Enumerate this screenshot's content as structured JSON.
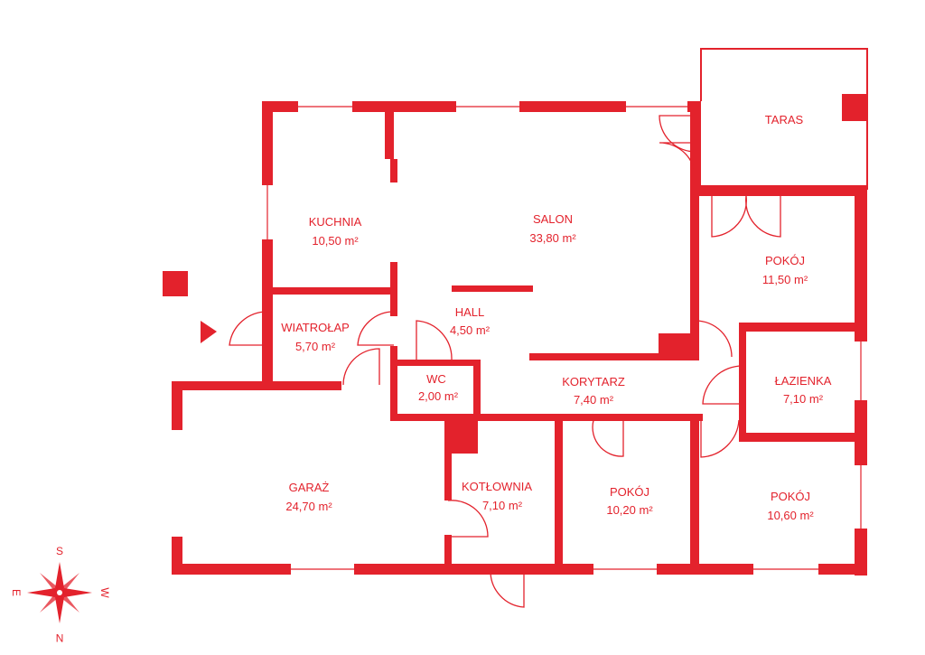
{
  "colors": {
    "wall": "#e3222c"
  },
  "rooms": [
    {
      "id": "kuchnia",
      "name": "KUCHNIA",
      "area": "10,50 m²"
    },
    {
      "id": "salon",
      "name": "SALON",
      "area": "33,80 m²"
    },
    {
      "id": "taras",
      "name": "TARAS",
      "area": ""
    },
    {
      "id": "pokoj-1",
      "name": "POKÓJ",
      "area": "11,50 m²"
    },
    {
      "id": "hall",
      "name": "HALL",
      "area": "4,50 m²"
    },
    {
      "id": "wiatrolap",
      "name": "WIATROŁAP",
      "area": "5,70 m²"
    },
    {
      "id": "wc",
      "name": "WC",
      "area": "2,00 m²"
    },
    {
      "id": "korytarz",
      "name": "KORYTARZ",
      "area": "7,40 m²"
    },
    {
      "id": "lazienka",
      "name": "ŁAZIENKA",
      "area": "7,10 m²"
    },
    {
      "id": "garaz",
      "name": "GARAŻ",
      "area": "24,70 m²"
    },
    {
      "id": "kotlownia",
      "name": "KOTŁOWNIA",
      "area": "7,10 m²"
    },
    {
      "id": "pokoj-2",
      "name": "POKÓJ",
      "area": "10,20 m²"
    },
    {
      "id": "pokoj-3",
      "name": "POKÓJ",
      "area": "10,60 m²"
    }
  ],
  "compass": {
    "north": "N",
    "south": "S",
    "east": "E",
    "west": "W"
  }
}
